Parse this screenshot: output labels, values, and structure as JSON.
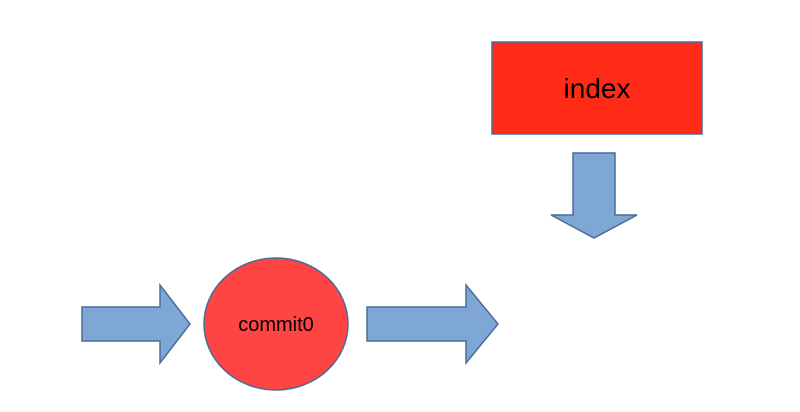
{
  "diagram": {
    "nodes": {
      "index": {
        "label": "index",
        "shape": "rectangle",
        "fill": "#ff2b16",
        "stroke": "#4a6d97"
      },
      "commit0": {
        "label": "commit0",
        "shape": "circle",
        "fill": "#ff4444",
        "stroke": "#4a6d97"
      }
    },
    "arrows": [
      {
        "id": "arrow-into-commit0",
        "direction": "right",
        "fill": "#7ea7d6",
        "stroke": "#4a6d97"
      },
      {
        "id": "arrow-out-of-commit0",
        "direction": "right",
        "fill": "#7ea7d6",
        "stroke": "#4a6d97"
      },
      {
        "id": "arrow-down-from-index",
        "direction": "down",
        "fill": "#7ea7d6",
        "stroke": "#4a6d97"
      }
    ]
  }
}
